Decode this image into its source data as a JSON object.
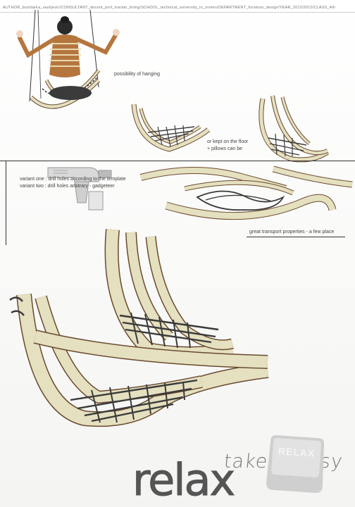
{
  "credits": "AUTHOR_bozidarka_vasiljevic/CONSULTANT_docent_prof_marian_ihring/SCHOOL_technical_university_in_zvolen/DEPARTMENT_furniture_design/YEAR_2012/2013/CLASS_4th",
  "captions": {
    "hanging": "possibility of hanging",
    "floor_line1": "or kept on the floor",
    "floor_line2": "+ pillows can be",
    "variant_one": "variant one : drill holes according to the template",
    "variant_two": "variant two : drill holes arbitrary - gadgeteer",
    "transport": "great transport properties - a few place"
  },
  "tagline": "take it easy",
  "logo_word": "relax",
  "keycap_label": "RELAX",
  "colors": {
    "wood": "#e4e0c0",
    "wood_edge": "#6b4a2e",
    "cord": "#3a3a3a",
    "text": "#444444",
    "logo": "#555555"
  }
}
